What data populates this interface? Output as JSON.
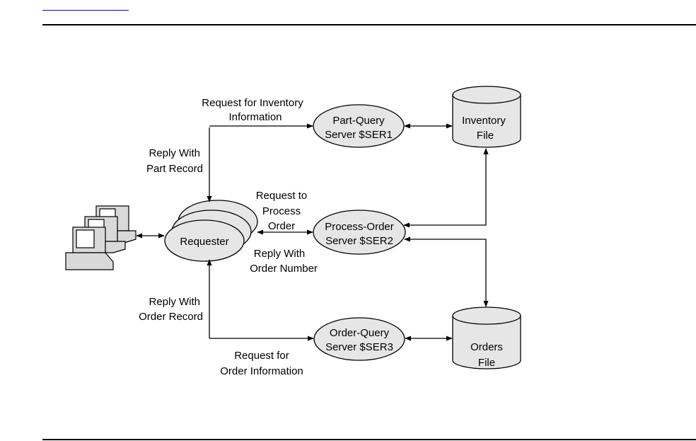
{
  "labels": {
    "req_inventory_1": "Request for Inventory",
    "req_inventory_2": "Information",
    "reply_part_1": "Reply With",
    "reply_part_2": "Part Record",
    "req_process_1": "Request to",
    "req_process_2": "Process",
    "req_process_3": "Order",
    "reply_order_num_1": "Reply With",
    "reply_order_num_2": "Order Number",
    "reply_order_rec_1": "Reply With",
    "reply_order_rec_2": "Order Record",
    "req_order_info_1": "Request for",
    "req_order_info_2": "Order Information"
  },
  "nodes": {
    "requester": "Requester",
    "part_query_1": "Part-Query",
    "part_query_2": "Server $SER1",
    "process_order_1": "Process-Order",
    "process_order_2": "Server $SER2",
    "order_query_1": "Order-Query",
    "order_query_2": "Server $SER3",
    "inventory_1": "Inventory",
    "inventory_2": "File",
    "orders_1": "Orders",
    "orders_2": "File"
  },
  "colors": {
    "node_fill": "#e6e6e6",
    "stroke": "#000000",
    "terminal_fill": "#d9d9d9"
  }
}
